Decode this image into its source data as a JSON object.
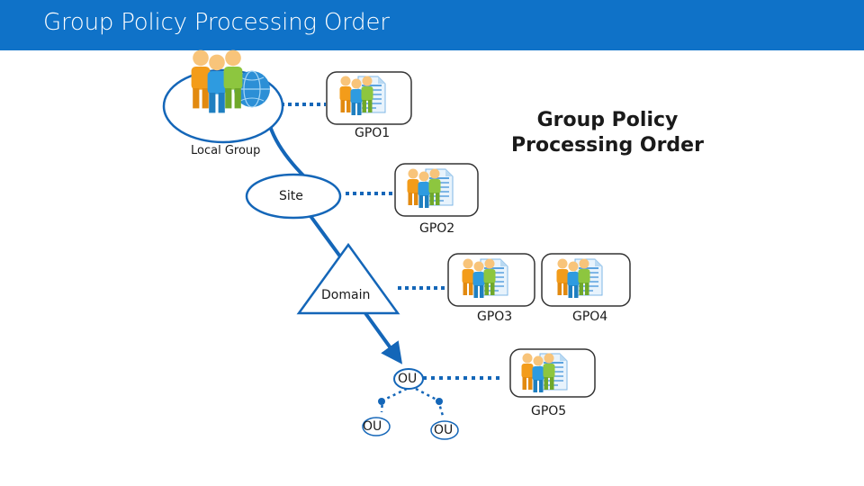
{
  "slide": {
    "title": "Group Policy Processing Order"
  },
  "diagram": {
    "heading": "Group Policy Processing Order",
    "nodes": {
      "local_group": "Local Group",
      "site": "Site",
      "domain": "Domain",
      "ou_main": "OU",
      "ou_left": "OU",
      "ou_right": "OU"
    },
    "gpos": [
      "GPO1",
      "GPO2",
      "GPO3",
      "GPO4",
      "GPO5"
    ]
  },
  "colors": {
    "title_bar": "#0f72c8",
    "line": "#1466b8",
    "person_orange": "#f39c1a",
    "person_blue": "#2e9be0",
    "person_green": "#8dc63f"
  },
  "icons": [
    "people-group-icon",
    "globe-icon",
    "policy-document-icon"
  ]
}
